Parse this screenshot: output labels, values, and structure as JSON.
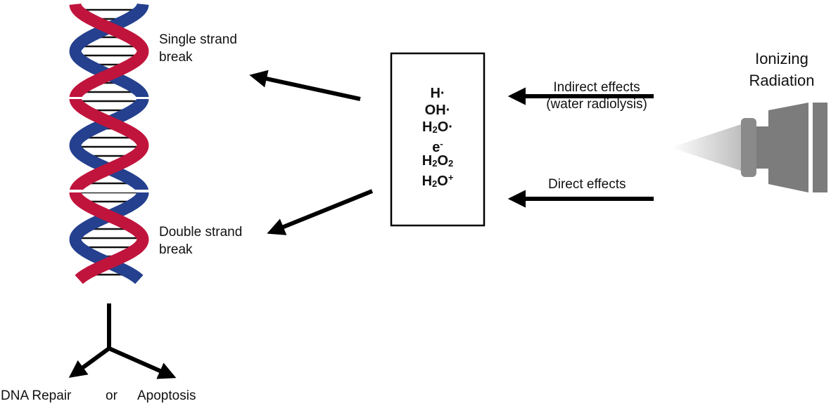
{
  "labels": {
    "single_strand_line1": "Single strand",
    "single_strand_line2": "break",
    "double_strand_line1": "Double strand",
    "double_strand_line2": "break",
    "ionizing_line1": "Ionizing",
    "ionizing_line2": "Radiation",
    "indirect_line1": "Indirect effects",
    "indirect_line2": "(water radiolysis)",
    "direct": "Direct effects",
    "dna_repair": "DNA Repair",
    "or": "or",
    "apoptosis": "Apoptosis"
  },
  "species": [
    {
      "base": "H",
      "sub": "",
      "suffix": "·"
    },
    {
      "base": "OH",
      "sub": "",
      "suffix": "·"
    },
    {
      "base": "H",
      "sub": "2",
      "suffix": "O·"
    },
    {
      "base": "e",
      "sub": "",
      "suffix": "",
      "sup": "-"
    },
    {
      "base": "H",
      "sub": "2",
      "suffix": "O",
      "sub2": "2"
    },
    {
      "base": "H",
      "sub": "2",
      "suffix": "O",
      "sup": "+"
    }
  ],
  "colors": {
    "strand_red": "#c0143c",
    "strand_red_dark": "#8a0f2c",
    "strand_blue": "#24408e",
    "strand_blue_dark": "#1a2f6a",
    "rung": "#111111",
    "arrow": "#000000",
    "device_gray": "#7a7a7a",
    "device_dark": "#5a5a5a",
    "beam": "#d8d8d8"
  },
  "icons": {
    "dna": "dna-double-helix-icon",
    "radiation_source": "radiation-emitter-icon"
  }
}
